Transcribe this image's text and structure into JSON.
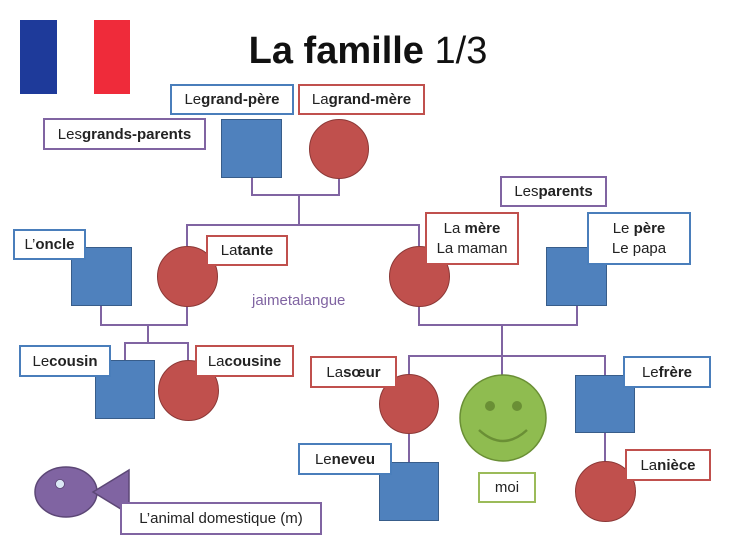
{
  "title": {
    "bold": "La famille",
    "rest": " 1/3"
  },
  "flag_colors": [
    "#1e3a9a",
    "#ffffff",
    "#ef2b3a"
  ],
  "watermark": "jaimetalangue",
  "colors": {
    "male": "#4f81bd",
    "female": "#c0504d",
    "me": "#8fbc50",
    "pet": "#8064a2",
    "connector": "#8064a2"
  },
  "labels": {
    "grandpere": {
      "pre": "Le ",
      "bold": "grand-père"
    },
    "grandmere": {
      "pre": "La ",
      "bold": "grand-mère"
    },
    "grandsparents": {
      "pre": "Les ",
      "bold": "grands-parents"
    },
    "parents": {
      "pre": "Les ",
      "bold": "parents"
    },
    "oncle": {
      "pre": "L’",
      "bold": "oncle"
    },
    "tante": {
      "pre": "La ",
      "bold": "tante"
    },
    "mere": {
      "pre": "La ",
      "bold": "mère",
      "line2": "La maman"
    },
    "pere": {
      "pre": "Le ",
      "bold": "père",
      "line2": "Le papa"
    },
    "cousin": {
      "pre": "Le ",
      "bold": "cousin"
    },
    "cousine": {
      "pre": "La ",
      "bold": "cousine"
    },
    "soeur": {
      "pre": "La ",
      "bold": "sœur"
    },
    "frere": {
      "pre": "Le ",
      "bold": "frère"
    },
    "neveu": {
      "pre": "Le ",
      "bold": "neveu"
    },
    "niece": {
      "pre": "La ",
      "bold": "nièce"
    },
    "moi": "moi",
    "animal": "L’animal domestique (m)"
  }
}
